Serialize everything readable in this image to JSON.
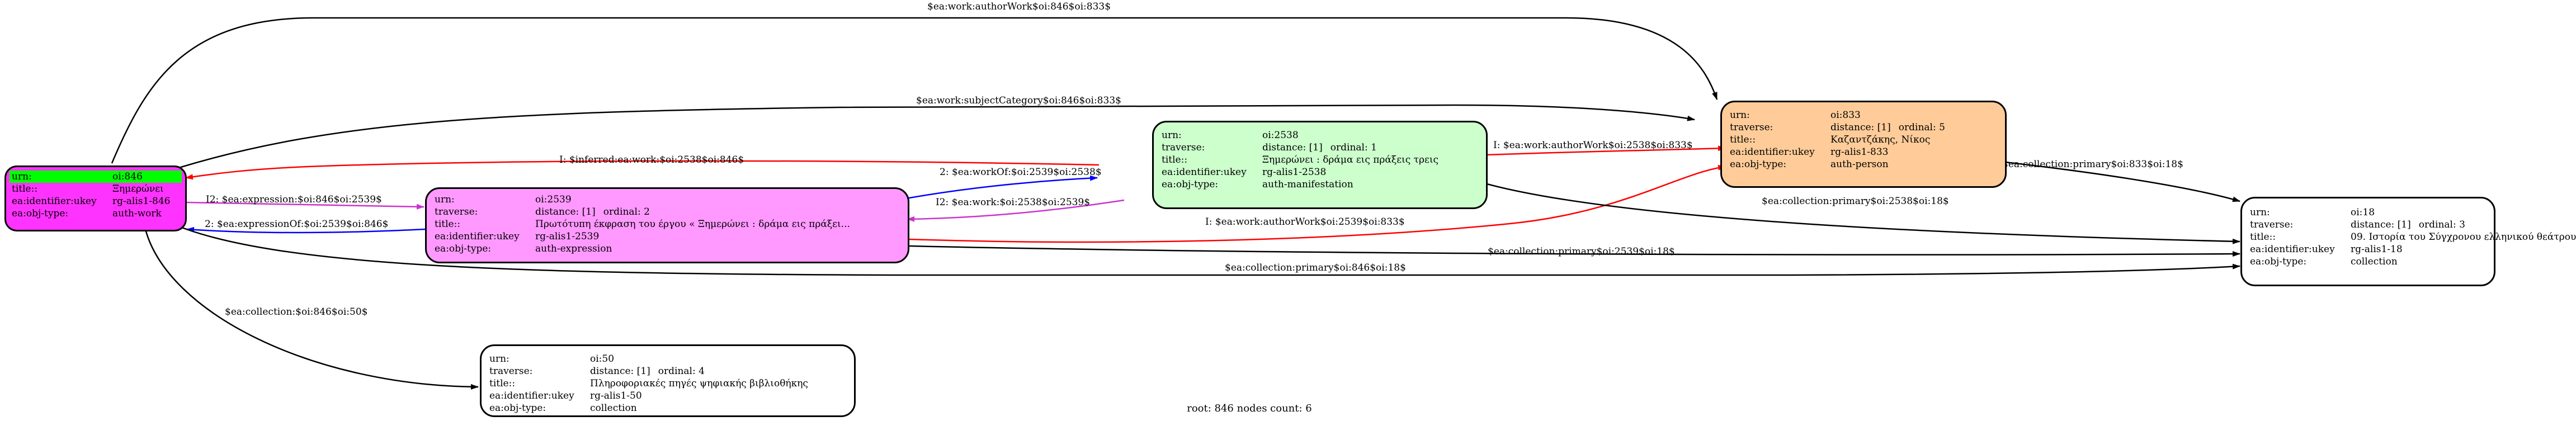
{
  "graph": {
    "footer": "root: 846 nodes count: 6",
    "colors": {
      "black": "#000000",
      "red": "#ff0000",
      "blue": "#0000ff",
      "magenta": "#cc33cc",
      "node_846": "#ff33ff",
      "node_846_header": "#00ff00",
      "node_2539": "#ff99ff",
      "node_2538": "#ccffcc",
      "node_833": "#ffcc99",
      "node_white": "#ffffff"
    },
    "nodes": {
      "n846": {
        "rows": [
          {
            "k": "urn:",
            "v": "oi:846"
          },
          {
            "k": "title::",
            "v": "Ξημερώνει"
          },
          {
            "k": "ea:identifier:ukey",
            "v": "rg-alis1-846"
          },
          {
            "k": "ea:obj-type:",
            "v": "auth-work"
          }
        ]
      },
      "n2539": {
        "rows": [
          {
            "k": "urn:",
            "v": "oi:2539"
          },
          {
            "k": "traverse:",
            "v1": "distance: [1]",
            "v2": "ordinal: 2"
          },
          {
            "k": "title::",
            "v": "Πρωτότυπη έκφραση του έργου « Ξημερώνει : δράμα εις πράξει..."
          },
          {
            "k": "ea:identifier:ukey",
            "v": "rg-alis1-2539"
          },
          {
            "k": "ea:obj-type:",
            "v": "auth-expression"
          }
        ]
      },
      "n2538": {
        "rows": [
          {
            "k": "urn:",
            "v": "oi:2538"
          },
          {
            "k": "traverse:",
            "v1": "distance: [1]",
            "v2": "ordinal: 1"
          },
          {
            "k": "title::",
            "v": "Ξημερώνει : δράμα εις πράξεις τρεις"
          },
          {
            "k": "ea:identifier:ukey",
            "v": "rg-alis1-2538"
          },
          {
            "k": "ea:obj-type:",
            "v": "auth-manifestation"
          }
        ]
      },
      "n833": {
        "rows": [
          {
            "k": "urn:",
            "v": "oi:833"
          },
          {
            "k": "traverse:",
            "v1": "distance: [1]",
            "v2": "ordinal: 5"
          },
          {
            "k": "title::",
            "v": "Καζαντζάκης, Νίκος"
          },
          {
            "k": "ea:identifier:ukey",
            "v": "rg-alis1-833"
          },
          {
            "k": "ea:obj-type:",
            "v": "auth-person"
          }
        ]
      },
      "n18": {
        "rows": [
          {
            "k": "urn:",
            "v": "oi:18"
          },
          {
            "k": "traverse:",
            "v1": "distance: [1]",
            "v2": "ordinal: 3"
          },
          {
            "k": "title::",
            "v": "09. Ιστορία του Σύγχρονου ελληνικού θεάτρου"
          },
          {
            "k": "ea:identifier:ukey",
            "v": "rg-alis1-18"
          },
          {
            "k": "ea:obj-type:",
            "v": "collection"
          }
        ]
      },
      "n50": {
        "rows": [
          {
            "k": "urn:",
            "v": "oi:50"
          },
          {
            "k": "traverse:",
            "v1": "distance: [1]",
            "v2": "ordinal: 4"
          },
          {
            "k": "title::",
            "v": "Πληροφοριακές πηγές ψηφιακής βιβλιοθήκης"
          },
          {
            "k": "ea:identifier:ukey",
            "v": "rg-alis1-50"
          },
          {
            "k": "ea:obj-type:",
            "v": "collection"
          }
        ]
      }
    },
    "edges": [
      {
        "label": "$ea:work:authorWork$oi:846$oi:833$"
      },
      {
        "label": "$ea:work:subjectCategory$oi:846$oi:833$"
      },
      {
        "label": "I: $inferred:ea:work:$oi:2538$oi:846$"
      },
      {
        "label": "2: $ea:workOf:$oi:2539$oi:2538$"
      },
      {
        "label": "I2: $ea:expression:$oi:846$oi:2539$"
      },
      {
        "label": "I2: $ea:work:$oi:2538$oi:2539$"
      },
      {
        "label": "2: $ea:expressionOf:$oi:2539$oi:846$"
      },
      {
        "label": "I: $ea:work:authorWork$oi:2538$oi:833$"
      },
      {
        "label": "I: $ea:work:authorWork$oi:2539$oi:833$"
      },
      {
        "label": "$ea:collection:primary$oi:833$oi:18$"
      },
      {
        "label": "$ea:collection:primary$oi:2538$oi:18$"
      },
      {
        "label": "$ea:collection:primary$oi:2539$oi:18$"
      },
      {
        "label": "$ea:collection:primary$oi:846$oi:18$"
      },
      {
        "label": "$ea:collection:$oi:846$oi:50$"
      }
    ]
  }
}
